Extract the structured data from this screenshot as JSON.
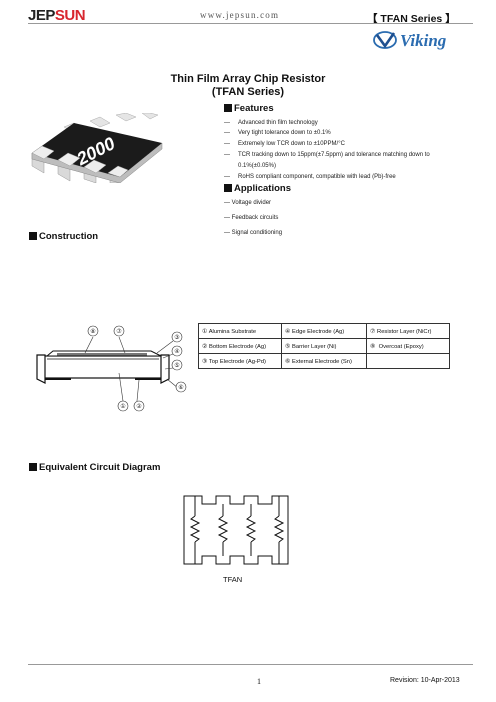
{
  "header": {
    "logo_part1": "JEP",
    "logo_part2": "SUN",
    "url": "www.jepsun.com",
    "series": "【 TFAN Series 】",
    "brand": "Viking"
  },
  "title": {
    "line1": "Thin Film Array Chip Resistor",
    "line2": "(TFAN Series)"
  },
  "chip_marking": "2000",
  "features": {
    "heading": "Features",
    "items": [
      "Advanced thin film technology",
      "Very tight tolerance down to ±0.1%",
      "Extremely low TCR down to ±10PPM/°C",
      "TCR tracking down to 15ppm(±7.5ppm) and tolerance matching down to",
      "0.1%(±0.05%)",
      "RoHS compliant component, compatible with lead (Pb)-free"
    ],
    "dash": "—"
  },
  "applications": {
    "heading": "Applications",
    "items": [
      "Voltage divider",
      "Feedback circuits",
      "Signal conditioning"
    ],
    "dash": "—"
  },
  "construction": {
    "heading": "Construction",
    "diagram_labels": [
      "⑧",
      "⑦",
      "③",
      "④",
      "⑤",
      "⑥",
      "①",
      "②"
    ],
    "table": [
      [
        {
          "num": "①",
          "text": "Alumina Substrate"
        },
        {
          "num": "④",
          "text": "Edge Electrode (Ag)"
        },
        {
          "num": "⑦",
          "text": "Resistor Layer (NiCr)"
        }
      ],
      [
        {
          "num": "②",
          "text": "Bottom Electrode (Ag)"
        },
        {
          "num": "⑤",
          "text": "Barrier Layer (Ni)"
        },
        {
          "num": "⑧",
          "text": "Overcoat (Epoxy)"
        }
      ],
      [
        {
          "num": "③",
          "text": "Top Electrode (Ag-Pd)"
        },
        {
          "num": "⑥",
          "text": "External Electrode (Sn)"
        },
        {
          "num": "",
          "text": ""
        }
      ]
    ]
  },
  "circuit": {
    "heading": "Equivalent Circuit Diagram",
    "label": "TFAN"
  },
  "footer": {
    "page": "1",
    "revision": "Revision: 10-Apr-2013"
  }
}
